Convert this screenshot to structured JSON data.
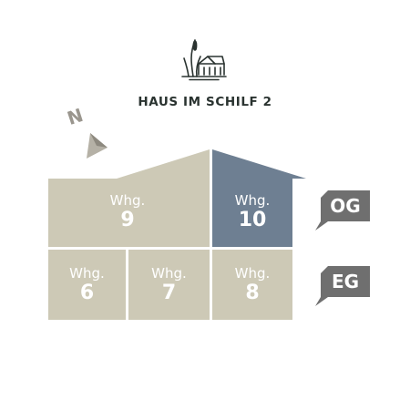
{
  "header": {
    "title": "HAUS IM SCHILF 2",
    "logo": "house-reeds-logo-icon"
  },
  "compass": {
    "letter": "N",
    "icon": "north-arrow-icon"
  },
  "units": [
    {
      "label": "Whg.",
      "number": "9",
      "floor": "OG",
      "color": "#cdc9b6"
    },
    {
      "label": "Whg.",
      "number": "10",
      "floor": "OG",
      "color": "#6e7f92"
    },
    {
      "label": "Whg.",
      "number": "6",
      "floor": "EG",
      "color": "#cdc9b6"
    },
    {
      "label": "Whg.",
      "number": "7",
      "floor": "EG",
      "color": "#cdc9b6"
    },
    {
      "label": "Whg.",
      "number": "8",
      "floor": "EG",
      "color": "#cdc9b6"
    }
  ],
  "floors": [
    {
      "label": "OG"
    },
    {
      "label": "EG"
    }
  ],
  "colors": {
    "unit_default": "#cdc9b6",
    "unit_highlight": "#6e7f92",
    "tag": "#6f6f6f",
    "title": "#2a3330"
  }
}
